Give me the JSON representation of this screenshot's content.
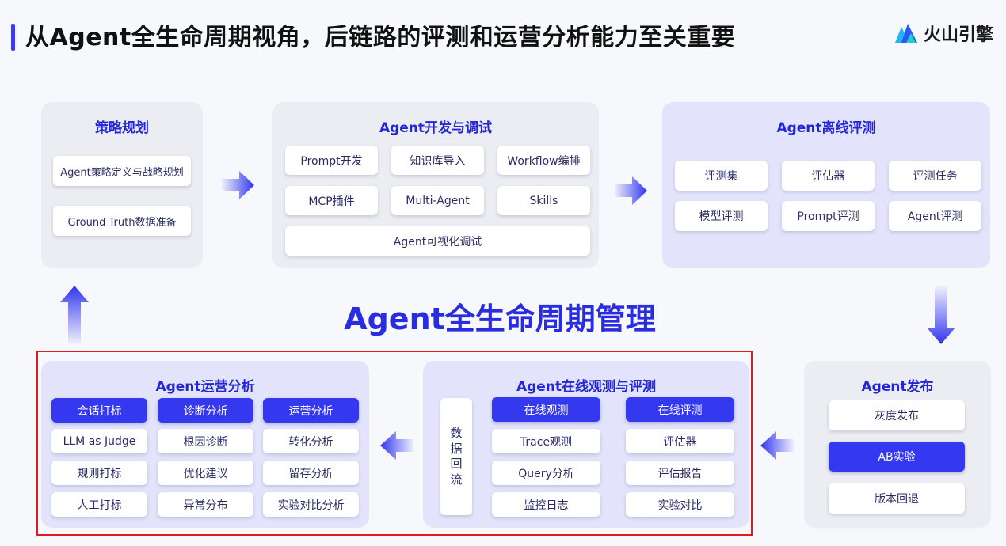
{
  "header": {
    "title": "从Agent全生命周期视角，后链路的评测和运营分析能力至关重要",
    "logo_text": "火山引擎"
  },
  "center_title": "Agent全生命周期管理",
  "colors": {
    "accent": "#3438ee",
    "title_blue": "#2326d6",
    "highlight_red": "#e0191f"
  },
  "strategy": {
    "title": "策略规划",
    "items": [
      "Agent策略定义与战略规划",
      "Ground Truth数据准备"
    ]
  },
  "dev": {
    "title": "Agent开发与调试",
    "items": [
      "Prompt开发",
      "知识库导入",
      "Workflow编排",
      "MCP插件",
      "Multi-Agent",
      "Skills"
    ],
    "wide_item": "Agent可视化调试"
  },
  "offline_eval": {
    "title": "Agent离线评测",
    "items": [
      "评测集",
      "评估器",
      "评测任务",
      "模型评测",
      "Prompt评测",
      "Agent评测"
    ]
  },
  "release": {
    "title": "Agent发布",
    "items": [
      "灰度发布",
      "AB实验",
      "版本回退"
    ]
  },
  "online": {
    "title": "Agent在线观测与评测",
    "side_label": [
      "数",
      "据",
      "回",
      "流"
    ],
    "col1_header": "在线观测",
    "col1_items": [
      "Trace观测",
      "Query分析",
      "监控日志"
    ],
    "col2_header": "在线评测",
    "col2_items": [
      "评估器",
      "评估报告",
      "实验对比"
    ]
  },
  "ops": {
    "title": "Agent运营分析",
    "col1_header": "会话打标",
    "col1_items": [
      "LLM as Judge",
      "规则打标",
      "人工打标"
    ],
    "col2_header": "诊断分析",
    "col2_items": [
      "根因诊断",
      "优化建议",
      "异常分布"
    ],
    "col3_header": "运营分析",
    "col3_items": [
      "转化分析",
      "留存分析",
      "实验对比分析"
    ]
  }
}
